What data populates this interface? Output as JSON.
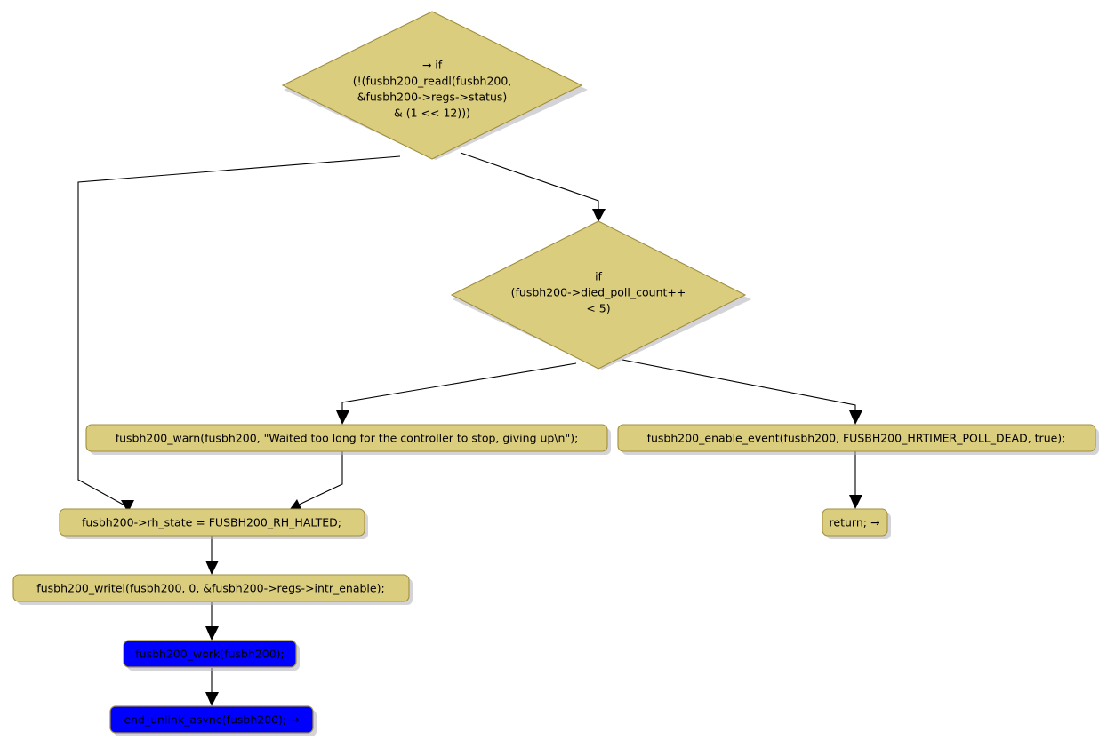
{
  "diagram": {
    "type": "flowchart",
    "title": "fusbh200 controller halt flowchart",
    "background_color": "#ffffff",
    "palette": {
      "node_fill": "#dbcd7e",
      "node_stroke": "#a08e3e",
      "highlight_fill": "#0000ff",
      "edge_color": "#000000",
      "text_color": "#000000",
      "shadow_color": "#b0b0b8"
    },
    "nodes": [
      {
        "id": "cond_readl",
        "shape": "diamond",
        "lines": [
          "→ if",
          "(!(fusbh200_readl(fusbh200,",
          "&fusbh200->regs->status)",
          "& (1 << 12)))"
        ],
        "fill": "#dbcd7e"
      },
      {
        "id": "cond_poll",
        "shape": "diamond",
        "lines": [
          "if",
          "(fusbh200->died_poll_count++",
          "< 5)"
        ],
        "fill": "#dbcd7e"
      },
      {
        "id": "warn_call",
        "shape": "process",
        "lines": [
          "fusbh200_warn(fusbh200, \"Waited too long for the controller to stop, giving up\\n\");"
        ],
        "fill": "#dbcd7e"
      },
      {
        "id": "enable_event_call",
        "shape": "process",
        "lines": [
          "fusbh200_enable_event(fusbh200, FUSBH200_HRTIMER_POLL_DEAD, true);"
        ],
        "fill": "#dbcd7e"
      },
      {
        "id": "rh_state_assign",
        "shape": "process",
        "lines": [
          "fusbh200->rh_state = FUSBH200_RH_HALTED;"
        ],
        "fill": "#dbcd7e"
      },
      {
        "id": "return_stmt",
        "shape": "process",
        "lines": [
          "return; →"
        ],
        "fill": "#dbcd7e"
      },
      {
        "id": "writel_call",
        "shape": "process",
        "lines": [
          "fusbh200_writel(fusbh200, 0, &fusbh200->regs->intr_enable);"
        ],
        "fill": "#dbcd7e"
      },
      {
        "id": "work_call",
        "shape": "process",
        "lines": [
          "fusbh200_work(fusbh200);"
        ],
        "fill": "#0000ff"
      },
      {
        "id": "end_unlink_async_call",
        "shape": "process",
        "lines": [
          "end_unlink_async(fusbh200); →"
        ],
        "fill": "#0000ff"
      }
    ],
    "edges": [
      {
        "from": "cond_readl",
        "to": "rh_state_assign",
        "label": ""
      },
      {
        "from": "cond_readl",
        "to": "cond_poll",
        "label": ""
      },
      {
        "from": "cond_poll",
        "to": "warn_call",
        "label": ""
      },
      {
        "from": "cond_poll",
        "to": "enable_event_call",
        "label": ""
      },
      {
        "from": "warn_call",
        "to": "rh_state_assign",
        "label": ""
      },
      {
        "from": "enable_event_call",
        "to": "return_stmt",
        "label": ""
      },
      {
        "from": "rh_state_assign",
        "to": "writel_call",
        "label": ""
      },
      {
        "from": "writel_call",
        "to": "work_call",
        "label": ""
      },
      {
        "from": "work_call",
        "to": "end_unlink_async_call",
        "label": ""
      }
    ]
  }
}
